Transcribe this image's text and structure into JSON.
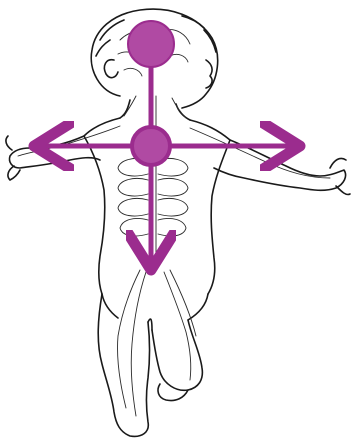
{
  "diagram": {
    "subject": "child-figure-nervous-system",
    "accent_color": "#9b2c8e",
    "node_color": "#b04aa3",
    "outline_color": "#1a1a1a",
    "arrows": [
      {
        "name": "arrow-down",
        "direction": "down"
      },
      {
        "name": "arrow-left",
        "direction": "left"
      },
      {
        "name": "arrow-right",
        "direction": "right"
      }
    ],
    "nodes": [
      {
        "name": "brain-node"
      },
      {
        "name": "spine-node"
      }
    ]
  }
}
